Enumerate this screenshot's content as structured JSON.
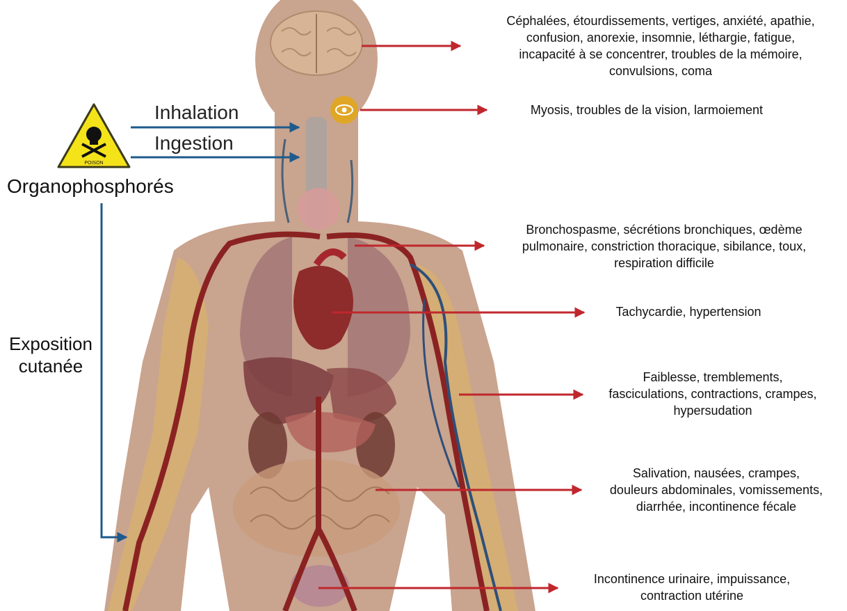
{
  "agent": {
    "name": "Organophosphorés",
    "sign_text": "POISON",
    "sign_icon": "poison-skull-crossbones-icon",
    "sign_color": "#f5e31a"
  },
  "routes": {
    "inhalation": "Inhalation",
    "ingestion": "Ingestion",
    "skin": [
      "Exposition",
      "cutanée"
    ]
  },
  "effects": {
    "brain": [
      "Céphalées, étourdissements, vertiges, anxiété, apathie,",
      "confusion, anorexie, insomnie, léthargie, fatigue,",
      "incapacité à se concentrer, troubles de la mémoire,",
      "convulsions, coma"
    ],
    "eye": [
      "Myosis, troubles de la vision, larmoiement"
    ],
    "lungs": [
      "Bronchospasme, sécrétions bronchiques, œdème",
      "pulmonaire, constriction thoracique, sibilance, toux,",
      "respiration difficile"
    ],
    "heart": [
      "Tachycardie, hypertension"
    ],
    "muscles": [
      "Faiblesse, tremblements,",
      "fasciculations, contractions, crampes,",
      "hypersudation"
    ],
    "digestive": [
      "Salivation, nausées, crampes,",
      "douleurs abdominales, vomissements,",
      "diarrhée, incontinence fécale"
    ],
    "urinary": [
      "Incontinence urinaire, impuissance,",
      "contraction utérine"
    ]
  },
  "colors": {
    "effect_arrow": "#c0272d",
    "route_arrow": "#1e5a8c",
    "body_skin": "#c9a48f",
    "eye_badge": "#e0a626"
  }
}
